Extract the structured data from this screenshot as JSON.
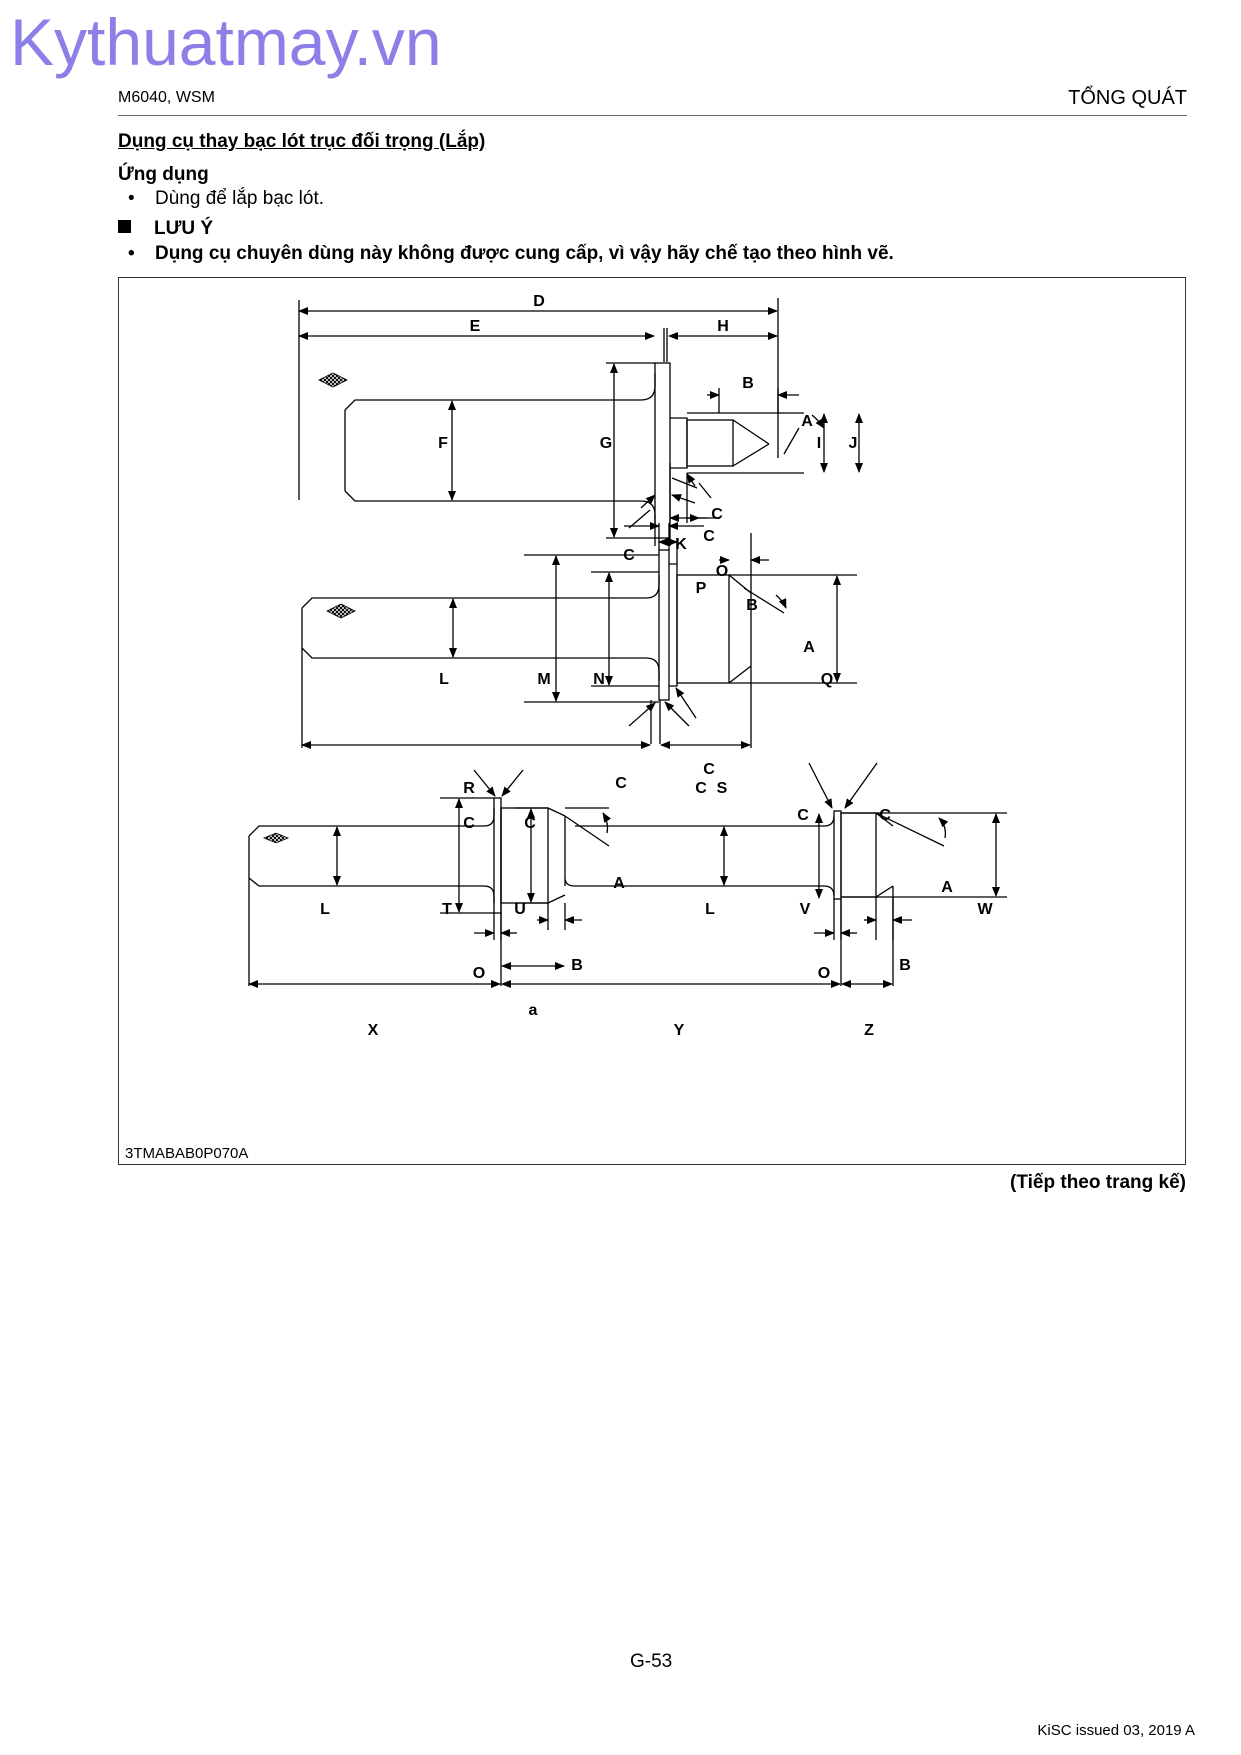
{
  "watermark": "Kythuatmay.vn",
  "header": {
    "model": "M6040, WSM",
    "section": "TỔNG QUÁT"
  },
  "title": "Dụng cụ thay bạc lót trục đối trọng (Lắp)",
  "application": {
    "heading": "Ứng dụng",
    "bullet": "Dùng để lắp bạc lót."
  },
  "note": {
    "heading": "LƯU Ý",
    "bullet": "Dụng cụ chuyên dùng này không được cung cấp, vì vậy hãy chế tạo theo hình vẽ."
  },
  "figure": {
    "code": "3TMABAB0P070A",
    "labels": {
      "D": "D",
      "E": "E",
      "H": "H",
      "B": "B",
      "A": "A",
      "I": "I",
      "J": "J",
      "F": "F",
      "G": "G",
      "C": "C",
      "K": "K",
      "O": "O",
      "P": "P",
      "L": "L",
      "M": "M",
      "N": "N",
      "Q": "Q",
      "R": "R",
      "S": "S",
      "T": "T",
      "U": "U",
      "V": "V",
      "W": "W",
      "X": "X",
      "Y": "Y",
      "Z": "Z",
      "a": "a"
    }
  },
  "continued": "(Tiếp theo trang kế)",
  "page_number": "G-53",
  "issued": "KiSC issued 03, 2019 A"
}
